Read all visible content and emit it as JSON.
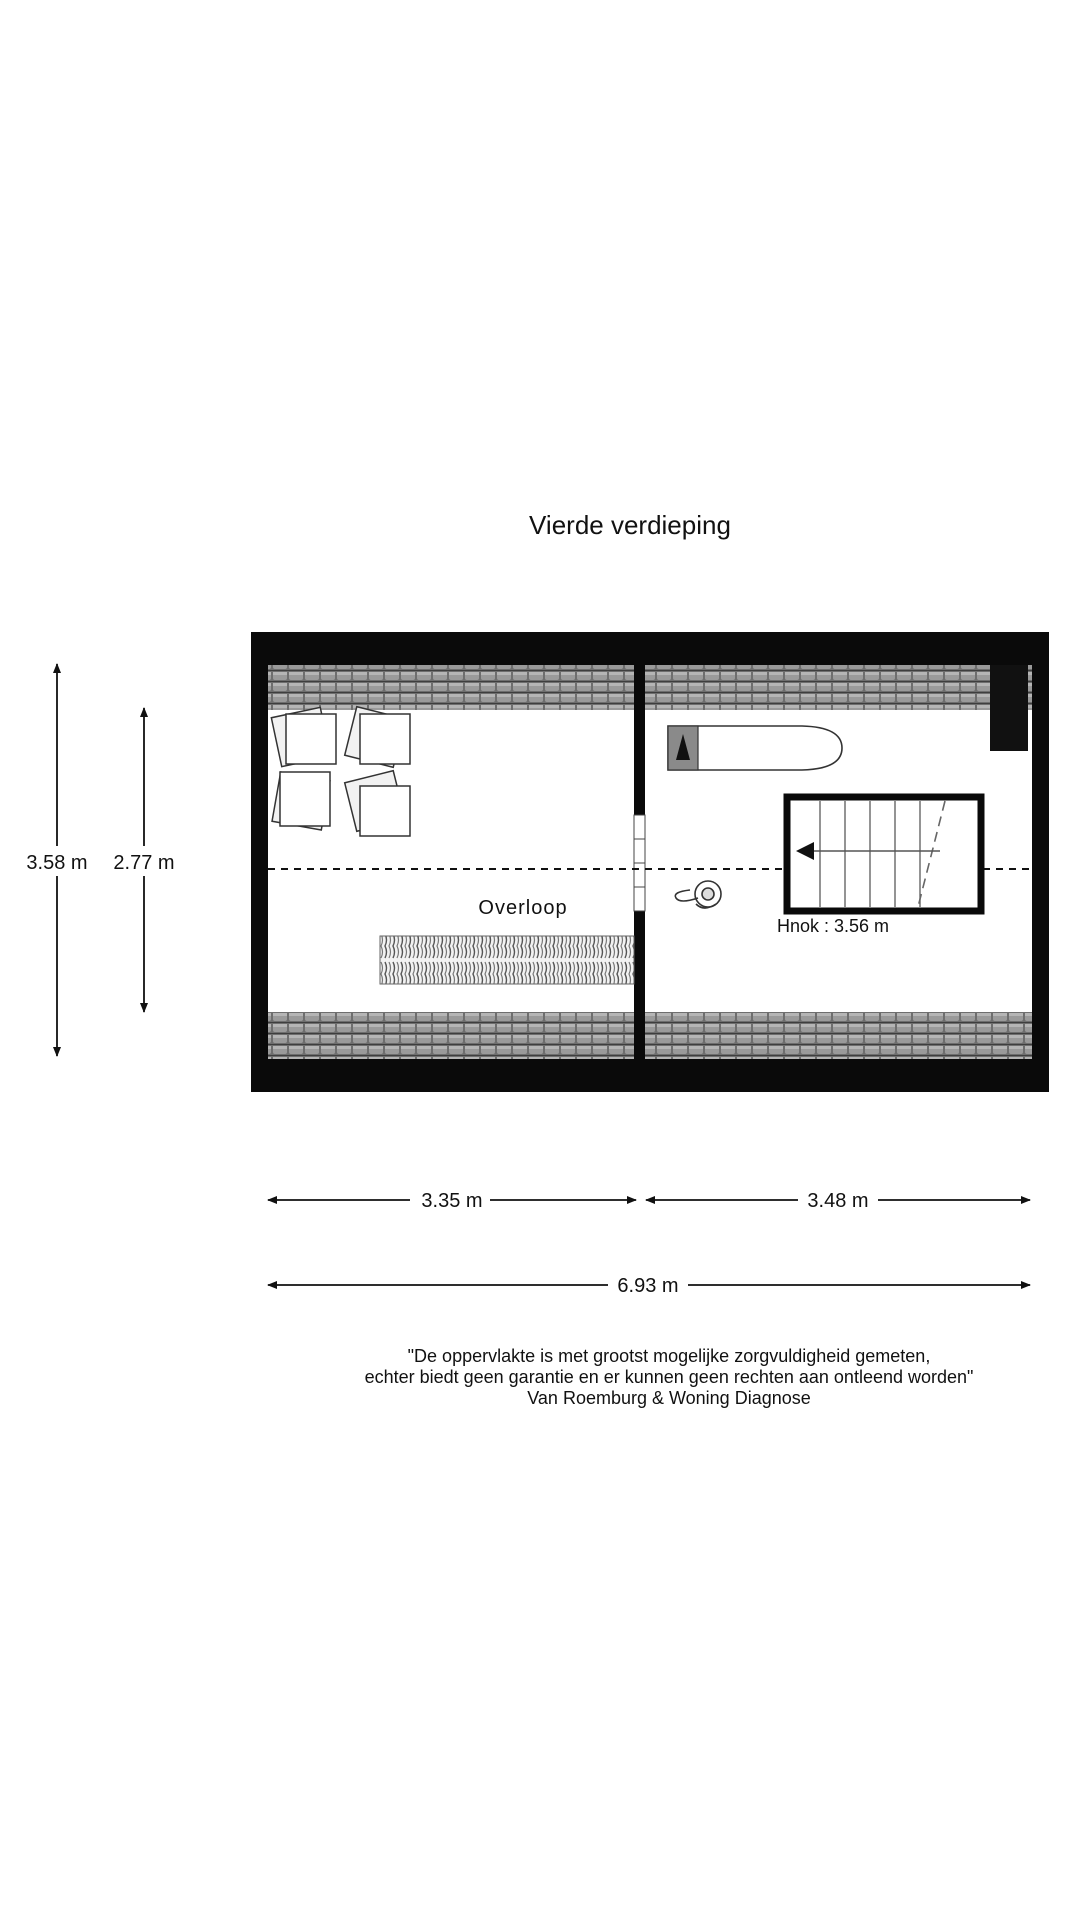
{
  "title": "Vierde verdieping",
  "rooms": {
    "left_name": "Overloop",
    "ridge_note": "Hnok : 3.56 m"
  },
  "dimensions": {
    "height_outer": "3.58 m",
    "height_inner": "2.77 m",
    "width_left": "3.35 m",
    "width_right": "3.48 m",
    "width_total": "6.93 m"
  },
  "disclaimer": {
    "line1": "\"De oppervlakte is met grootst mogelijke zorgvuldigheid gemeten,",
    "line2": "echter biedt geen garantie en er kunnen geen rechten aan ontleend worden\"",
    "line3": "Van Roemburg & Woning Diagnose"
  },
  "icons": [
    "chair-icon",
    "table-icon",
    "boat-icon",
    "vacuum-icon",
    "radiator-icon",
    "stair-arrow-icon"
  ]
}
